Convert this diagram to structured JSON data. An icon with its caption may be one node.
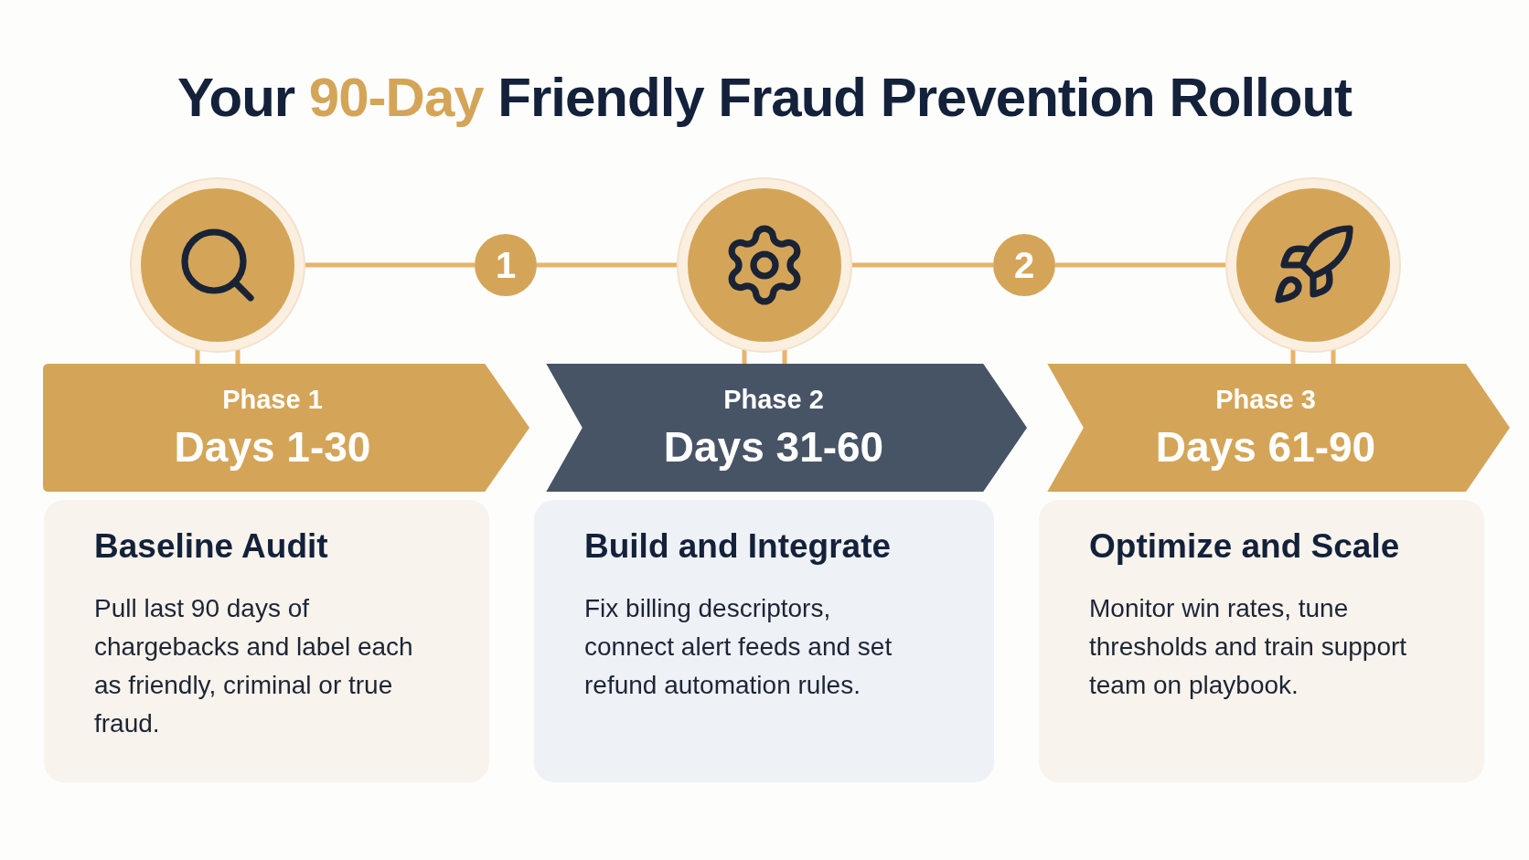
{
  "diagram": {
    "title": "Your **90-Day** Friendly Fraud Prevention Rollout",
    "nodes": [
      {
        "text": [],
        "shape": "circle"
      },
      {
        "text": [
          "1"
        ]
      },
      {
        "text": [],
        "shape": "circle"
      },
      {
        "text": [
          "2"
        ]
      },
      {
        "text": [],
        "shape": "circle"
      },
      {
        "text": [
          "Phase 1",
          "Days 1-30"
        ]
      },
      {
        "text": [
          "Phase 2",
          "Days 31-60"
        ]
      },
      {
        "text": [
          "Phase 3",
          "Days 61-90"
        ]
      },
      {
        "text": [
          "Baseline Audit",
          "Pull last 90 days of chargebacks and label each as friendly, criminal or true fraud."
        ]
      },
      {
        "text": [
          "Build and Integrate",
          "Fix billing descriptors, connect alert feeds and set refund automation rules."
        ]
      },
      {
        "text": [
          "Optimize and Scale",
          "Monitor win rates, tune thresholds and train support team on playbook."
        ]
      }
    ],
    "edges": [
      {
        "from": 0,
        "to": 1,
        "arrow": "none"
      },
      {
        "from": 1,
        "to": 2,
        "arrow": "none"
      },
      {
        "from": 2,
        "to": 3,
        "arrow": "none"
      },
      {
        "from": 3,
        "to": 4,
        "arrow": "none"
      },
      {
        "from": 0,
        "to": 5,
        "arrow": "none"
      },
      {
        "from": 2,
        "to": 6,
        "arrow": "none"
      },
      {
        "from": 4,
        "to": 7,
        "arrow": "none"
      }
    ]
  }
}
